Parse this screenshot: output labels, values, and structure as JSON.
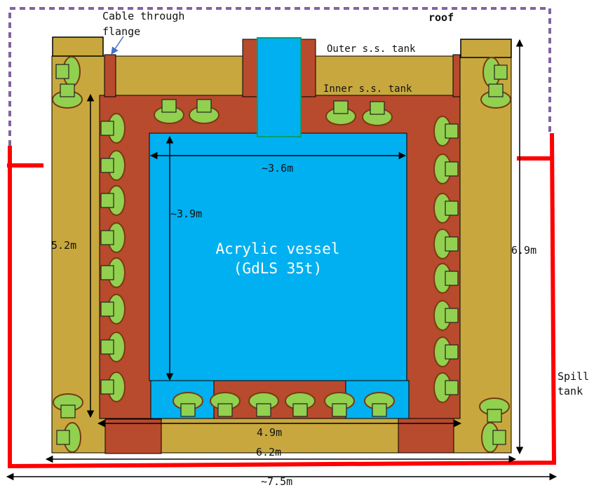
{
  "labels": {
    "cable_line1": "Cable through",
    "cable_line2": "flange",
    "roof": "roof",
    "outer_tank": "Outer s.s. tank",
    "inner_tank": "Inner s.s. tank",
    "vessel_line1": "Acrylic vessel",
    "vessel_line2": "(GdLS 35t)",
    "spill_line1": "Spill",
    "spill_line2": "tank"
  },
  "dimensions": {
    "vessel_width": "~3.6m",
    "vessel_height": "~3.9m",
    "inner_height": "5.2m",
    "outer_height": "6.9m",
    "inner_width": "4.9m",
    "outer_width": "6.2m",
    "overall_width": "~7.5m"
  },
  "colors": {
    "outer_tank": "#c8a83e",
    "inner_tank": "#b84a2e",
    "vessel": "#00b0f0",
    "pmt": "#92d050",
    "spill_tank": "#ff0000",
    "roof": "#8064a2"
  }
}
